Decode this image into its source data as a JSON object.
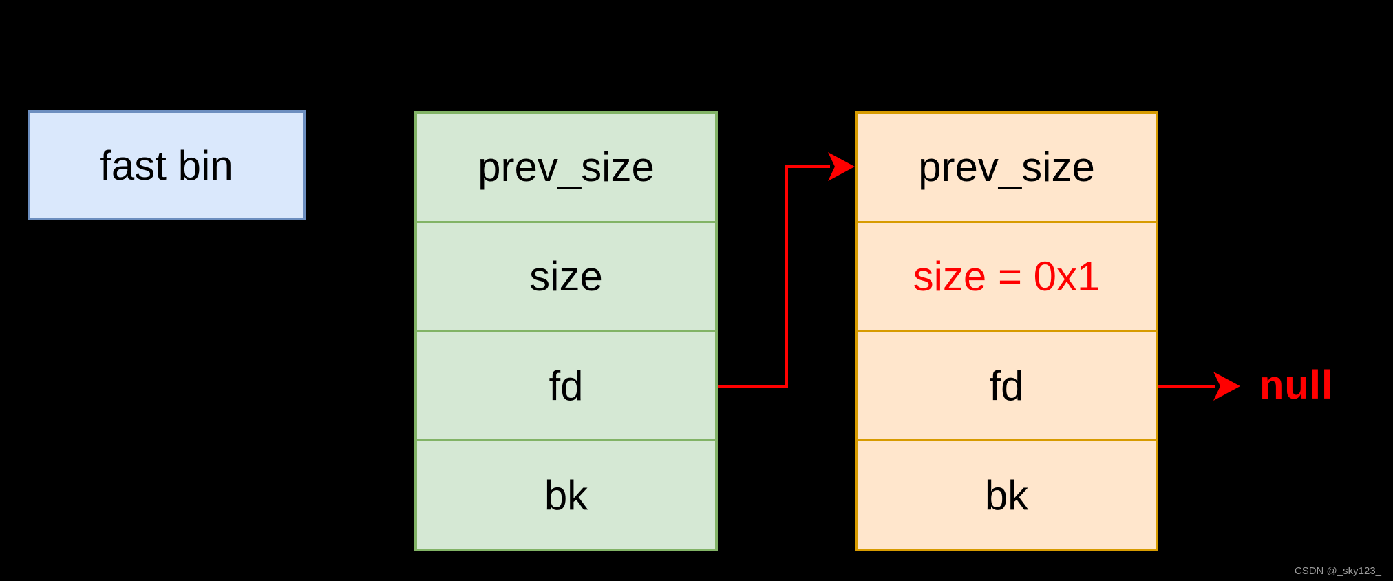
{
  "diagram": {
    "title_semantic": "fastbin heap chunk linkage diagram",
    "fastbin_label": "fast bin",
    "green_chunk": {
      "rows": [
        {
          "label": "prev_size"
        },
        {
          "label": "size"
        },
        {
          "label": "fd"
        },
        {
          "label": "bk"
        }
      ]
    },
    "orange_chunk": {
      "rows": [
        {
          "label": "prev_size"
        },
        {
          "label": "size = 0x1"
        },
        {
          "label": "fd"
        },
        {
          "label": "bk"
        }
      ]
    },
    "null_label": "null",
    "watermark": "CSDN @_sky123_"
  },
  "colors": {
    "background": "#000000",
    "fastbin_fill": "#dae8fc",
    "fastbin_border": "#6c8ebf",
    "green_chunk_fill": "#d5e8d4",
    "green_chunk_border": "#82b366",
    "orange_chunk_fill": "#ffe6cc",
    "orange_chunk_border": "#d79b00",
    "arrow_red": "#ff0000",
    "highlight_red": "#ff0000",
    "text_black": "#000000",
    "watermark_gray": "#9b9b9b"
  }
}
